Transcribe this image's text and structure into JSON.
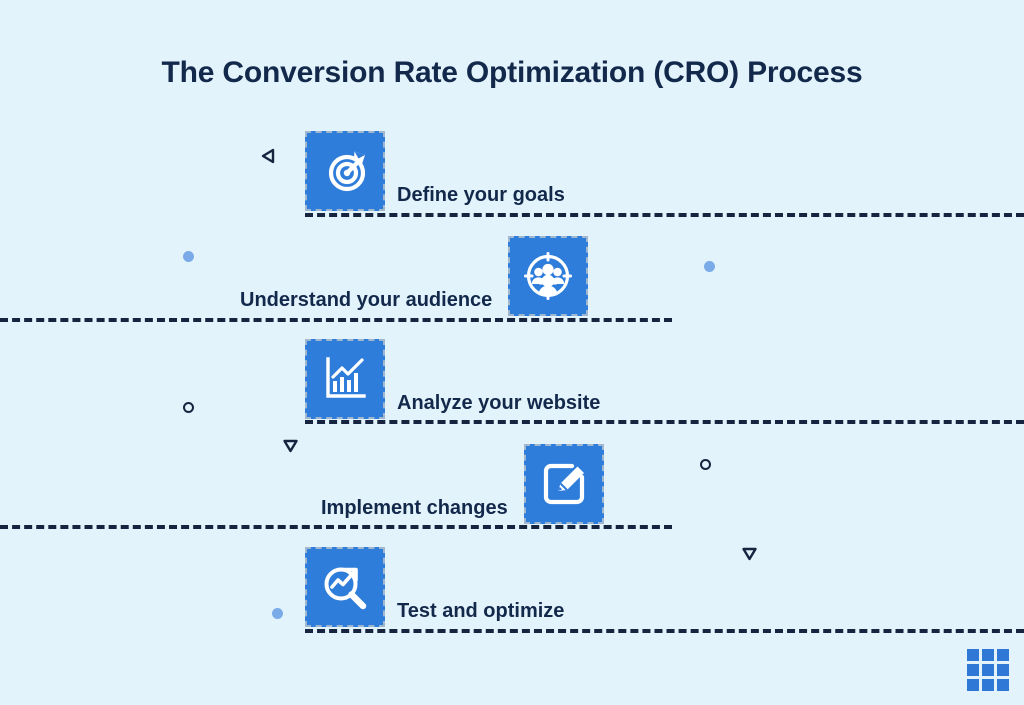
{
  "page": {
    "title": "The Conversion Rate Optimization (CRO) Process",
    "background_color": "#e3f3fb",
    "accent_color": "#2f7ddb",
    "text_color": "#13294b",
    "dash_color": "#16243f"
  },
  "steps": [
    {
      "index": "1",
      "label": "Define your goals",
      "icon": "target-arrow-icon",
      "icon_side": "left"
    },
    {
      "index": "2",
      "label": "Understand your audience",
      "icon": "audience-target-icon",
      "icon_side": "right"
    },
    {
      "index": "3",
      "label": "Analyze your website",
      "icon": "bar-chart-trend-icon",
      "icon_side": "left"
    },
    {
      "index": "4",
      "label": "Implement changes",
      "icon": "edit-pencil-square-icon",
      "icon_side": "right"
    },
    {
      "index": "5",
      "label": "Test and optimize",
      "icon": "magnifier-trend-arrow-icon",
      "icon_side": "left"
    }
  ],
  "decorations": [
    {
      "name": "triangle-left-outline",
      "color": "#16243f"
    },
    {
      "name": "dot-filled-blue",
      "color": "#7aabe8"
    },
    {
      "name": "dot-filled-blue",
      "color": "#7aabe8"
    },
    {
      "name": "circle-outline-navy",
      "color": "#16243f"
    },
    {
      "name": "triangle-down-outline",
      "color": "#16243f"
    },
    {
      "name": "circle-outline-navy",
      "color": "#16243f"
    },
    {
      "name": "triangle-down-outline",
      "color": "#16243f"
    },
    {
      "name": "dot-filled-blue",
      "color": "#7aabe8"
    }
  ],
  "logo": {
    "name": "grid-logo",
    "cells": 9,
    "color": "#3078d6"
  }
}
